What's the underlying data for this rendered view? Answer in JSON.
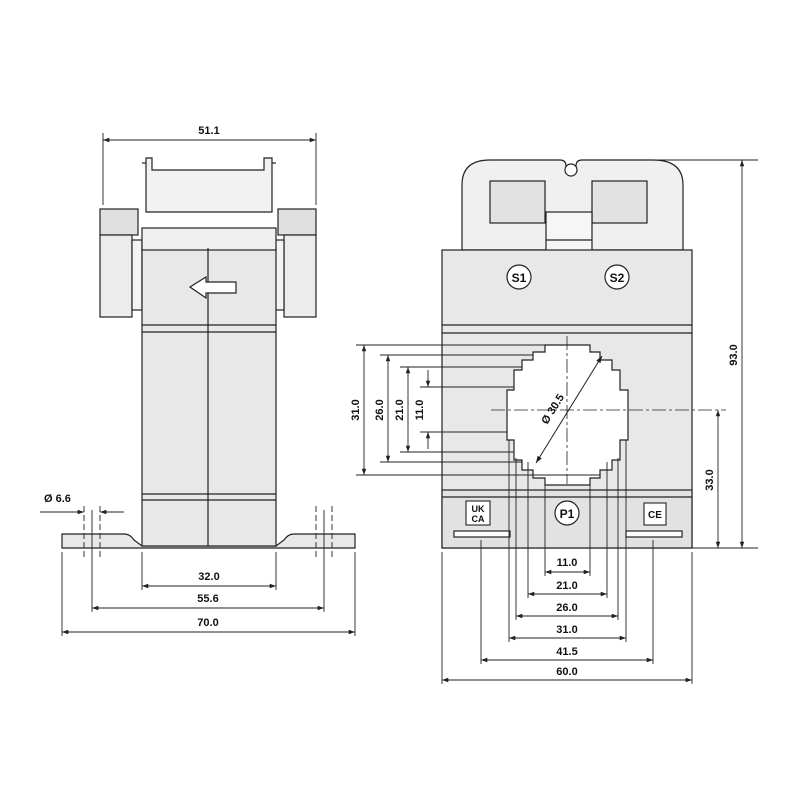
{
  "side_view": {
    "dims": {
      "top_width": "51.1",
      "hole_diameter": "Ø 6.6",
      "body_width": "32.0",
      "hole_spacing": "55.6",
      "base_width": "70.0"
    }
  },
  "front_view": {
    "terminals": {
      "s1": "S1",
      "s2": "S2",
      "p1": "P1"
    },
    "marks": {
      "ukca_top": "UK",
      "ukca_bottom": "CA",
      "ce": "CE"
    },
    "aperture_diameter": "Ø 30.5",
    "dims": {
      "total_height": "93.0",
      "center_height": "33.0",
      "left_31": "31.0",
      "left_26": "26.0",
      "left_21": "21.0",
      "left_11": "11.0",
      "bottom_11": "11.0",
      "bottom_21": "21.0",
      "bottom_26": "26.0",
      "bottom_31": "31.0",
      "bottom_41_5": "41.5",
      "bottom_60": "60.0"
    }
  },
  "colors": {
    "line": "#222222",
    "body_fill": "#e8e8e8",
    "band_fill": "#d4d4d4",
    "background": "#ffffff"
  }
}
